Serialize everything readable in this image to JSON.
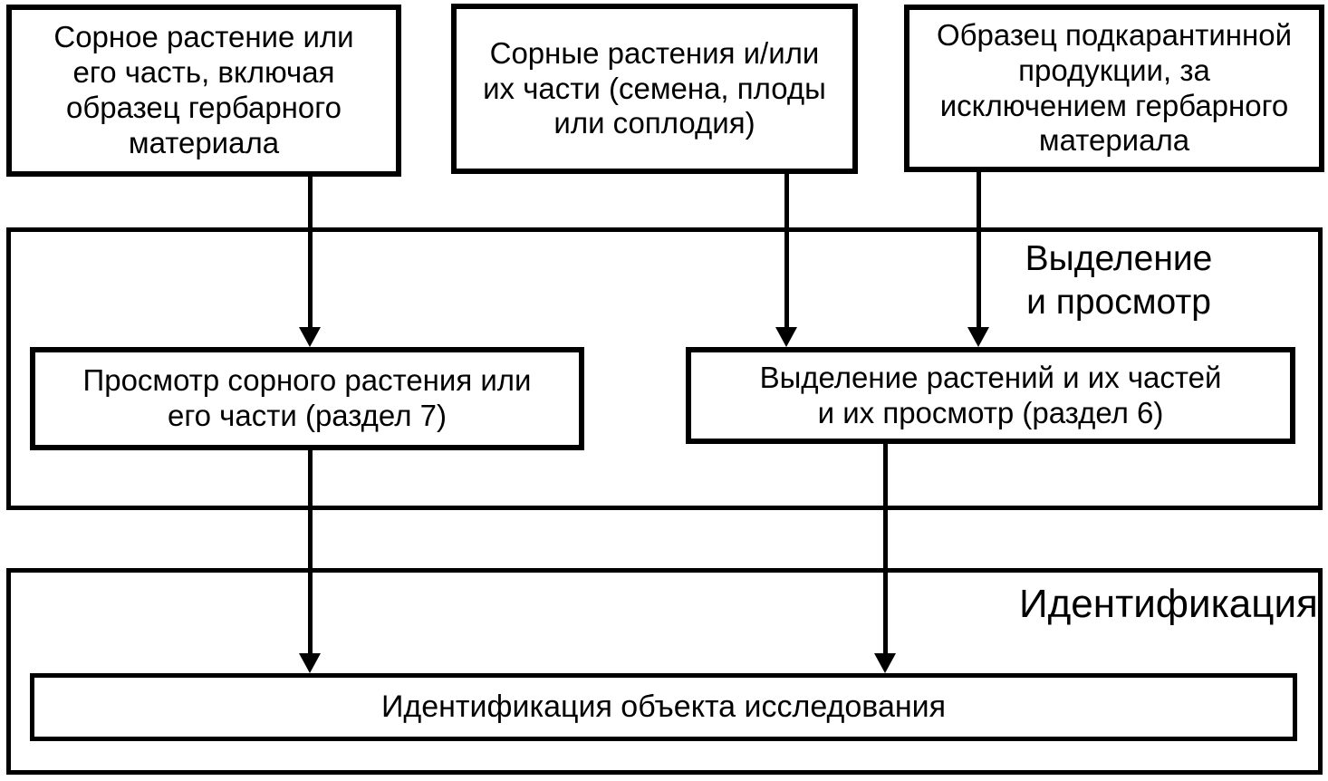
{
  "colors": {
    "line": "#000000",
    "background": "#ffffff",
    "text": "#000000"
  },
  "top_inputs": {
    "weed_plant": "Сорное растение или\nего часть, включая\nобразец гербарного\nматериала",
    "weed_plants_parts": "Сорные растения и/или\nих части (семена, плоды\nили соплодия)",
    "quarantine_product": "Образец подкарантинной\nпродукции, за\nисключением гербарного\nматериала"
  },
  "extraction_section": {
    "label": "Выделение\nи просмотр",
    "review_box": "Просмотр сорного растения или\nего части (раздел 7)",
    "extract_box": "Выделение растений и их частей\nи их просмотр (раздел 6)"
  },
  "identification_section": {
    "label": "Идентификация",
    "result_box": "Идентификация объекта исследования"
  }
}
